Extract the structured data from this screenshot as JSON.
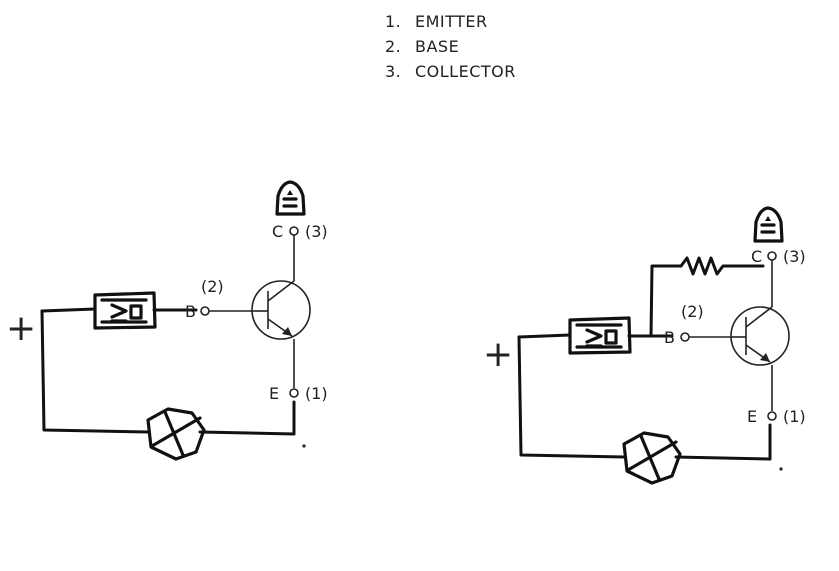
{
  "legend": {
    "items": [
      {
        "num": "1.",
        "label": "EMITTER"
      },
      {
        "num": "2.",
        "label": "BASE"
      },
      {
        "num": "3.",
        "label": "COLLECTOR"
      }
    ]
  },
  "circuits": [
    {
      "plus": "+",
      "collector_letter": "C",
      "collector_pin": "(3)",
      "base_letter": "B",
      "base_pin": "(2)",
      "emitter_letter": "E",
      "emitter_pin": "(1)"
    },
    {
      "plus": "+",
      "collector_letter": "C",
      "collector_pin": "(3)",
      "base_letter": "B",
      "base_pin": "(2)",
      "emitter_letter": "E",
      "emitter_pin": "(1)"
    }
  ]
}
